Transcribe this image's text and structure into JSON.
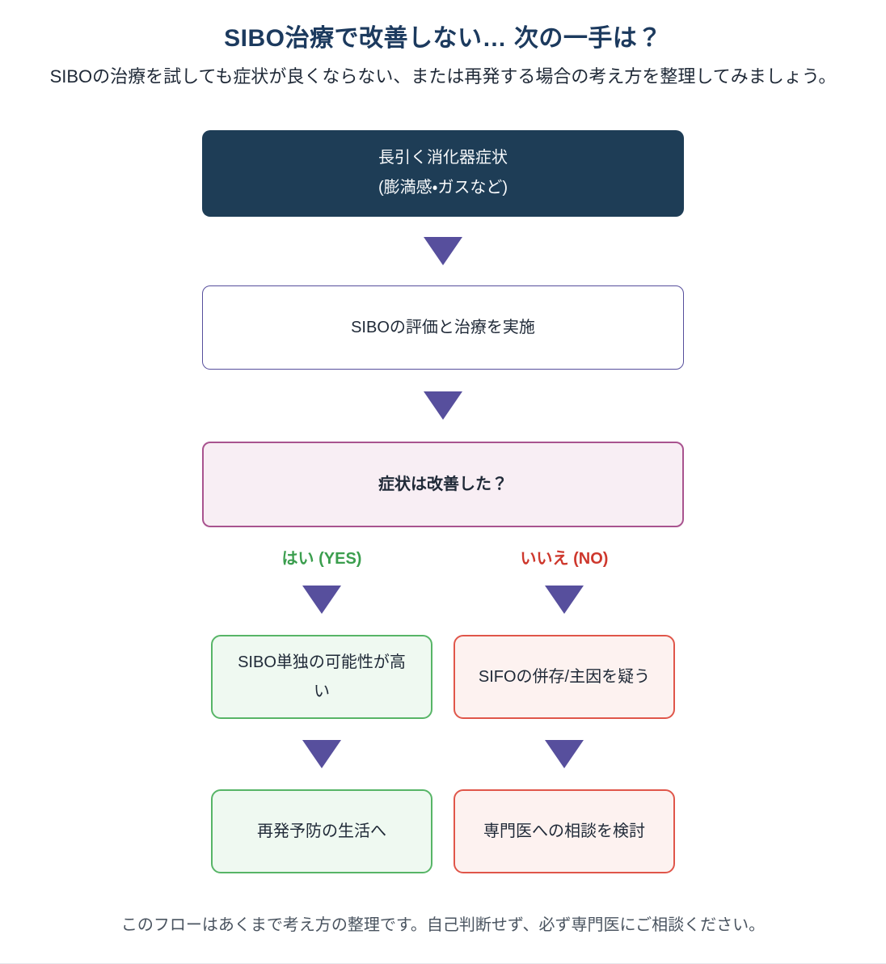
{
  "page": {
    "title": "SIBO治療で改善しない… 次の一手は？",
    "subtitle": "SIBOの治療を試しても症状が良くならない、または再発する場合の考え方を整理してみましょう。",
    "footer": "このフローはあくまで考え方の整理です。自己判断せず、必ず専門医にご相談ください。"
  },
  "flow": {
    "start": {
      "line1": "長引く消化器症状",
      "line2": "(膨満感・ガスなど)"
    },
    "step2": {
      "label": "SIBOの評価と治療を実施"
    },
    "decision": {
      "label": "症状は改善した？"
    },
    "yes_label": "はい (YES)",
    "no_label": "いいえ (NO)",
    "yes_branch": {
      "box1": "SIBO単独の可能性が高い",
      "box2": "再発予防の生活へ"
    },
    "no_branch": {
      "box1": "SIFOの併存/主因を疑う",
      "box2": "専門医への相談を検討"
    }
  },
  "colors": {
    "title_navy": "#1c3a5e",
    "start_box_bg": "#1e3d56",
    "arrow_purple": "#574f9d",
    "step_border_purple": "#564e9c",
    "decision_bg": "#f8eef4",
    "decision_border": "#a9538f",
    "yes_green": "#3b9e4e",
    "no_red": "#ce382d",
    "green_box_bg": "#eff9f1",
    "green_box_border": "#57b567",
    "red_box_bg": "#fdf2f0",
    "red_box_border": "#e0564a"
  }
}
